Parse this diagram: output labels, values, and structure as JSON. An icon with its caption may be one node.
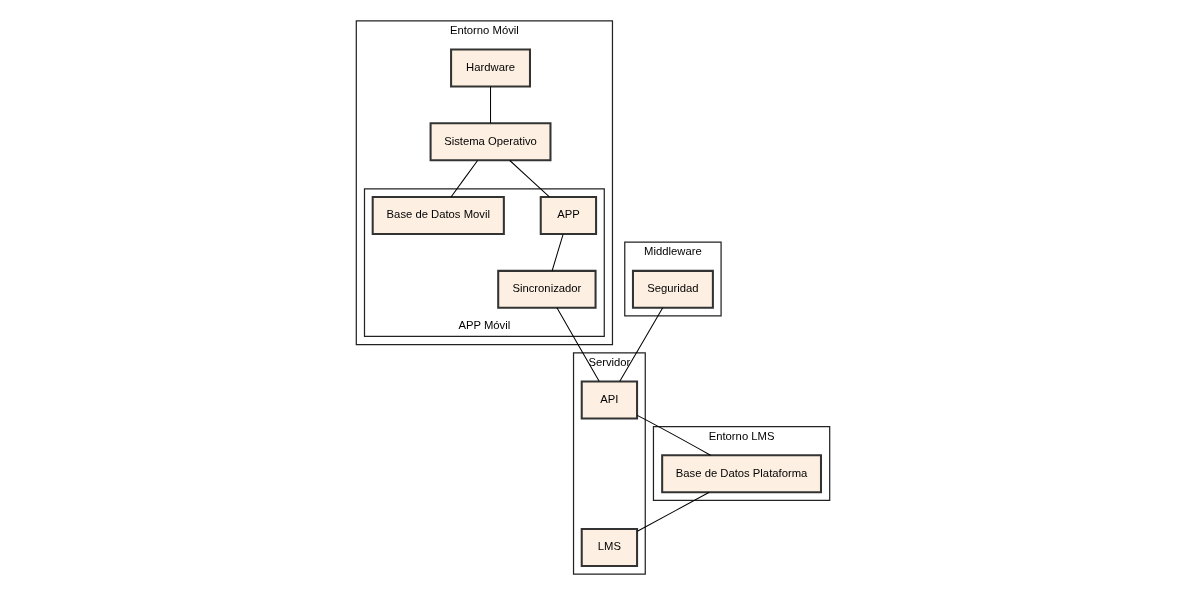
{
  "diagram": {
    "nodes": [
      {
        "text": [
          "Entorno Móvil"
        ]
      },
      {
        "text": [
          "Hardware"
        ],
        "in": 0
      },
      {
        "text": [
          "Sistema Operativo"
        ],
        "in": 0
      },
      {
        "text": [
          "APP Móvil"
        ],
        "in": 0
      },
      {
        "text": [
          "Base de Datos Movil"
        ],
        "in": 3
      },
      {
        "text": [
          "APP"
        ],
        "in": 3
      },
      {
        "text": [
          "Sincronizador"
        ],
        "in": 3
      },
      {
        "text": [
          "Middleware"
        ]
      },
      {
        "text": [
          "Seguridad"
        ],
        "in": 7
      },
      {
        "text": [
          "Entorno LMS"
        ]
      },
      {
        "text": [
          "Base de Datos Plataforma"
        ],
        "in": 9
      },
      {
        "text": [
          "Servidor"
        ]
      },
      {
        "text": [
          "API"
        ],
        "in": 11
      },
      {
        "text": [
          "LMS"
        ],
        "in": 11
      }
    ],
    "edges": [
      {
        "from": 1,
        "to": 2,
        "arrow": "none"
      },
      {
        "from": 2,
        "to": 4,
        "arrow": "none"
      },
      {
        "from": 2,
        "to": 5,
        "arrow": "none"
      },
      {
        "from": 5,
        "to": 6,
        "arrow": "none"
      },
      {
        "from": 6,
        "to": 12,
        "arrow": "none"
      },
      {
        "from": 8,
        "to": 12,
        "arrow": "none"
      },
      {
        "from": 12,
        "to": 10,
        "arrow": "none"
      },
      {
        "from": 10,
        "to": 13,
        "arrow": "none"
      }
    ]
  }
}
